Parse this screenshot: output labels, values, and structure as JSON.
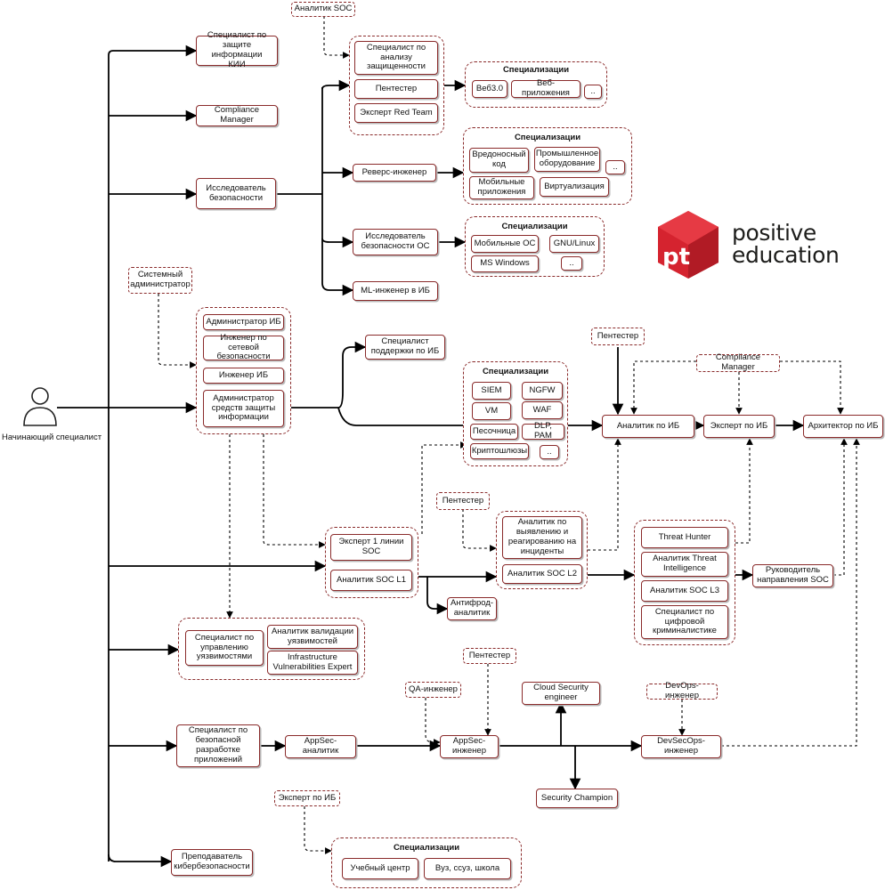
{
  "brand": {
    "line1": "positive",
    "line2": "education",
    "logo_mark": "pt",
    "logo_color": "#d5232f"
  },
  "colors": {
    "box_border": "#8a2b2b",
    "wire": "#000000"
  },
  "start": {
    "label": "Начинающий специалист",
    "icon": "person-icon"
  },
  "nodes": {
    "kii": "Специалист по\nзащите информации\nКИИ",
    "compliance": "Compliance Manager",
    "researcher": "Исследователь\nбезопасности",
    "soc_analyst_top": "Аналитик SOC",
    "vuln_analysis": "Специалист по\nанализу\nзащищенности",
    "pentester_1": "Пентестер",
    "red_team": "Эксперт Red Team",
    "reverse": "Реверс-инженер",
    "os_researcher": "Исследователь\nбезопасности ОС",
    "ml": "ML-инженер в ИБ",
    "sysadmin": "Системный\nадминистратор",
    "admin_ib": "Администратор ИБ",
    "net_sec_engineer": "Инженер по сетевой\nбезопасности",
    "engineer_ib": "Инженер ИБ",
    "admin_sz": "Администратор\nсредств защиты\nинформации",
    "support": "Специалист\nподдержки по ИБ",
    "pentester_2": "Пентестер",
    "compliance_2": "Compliance Manager",
    "analyst_ib": "Аналитик по ИБ",
    "expert_ib": "Эксперт по ИБ",
    "architect": "Архитектор по ИБ",
    "pentester_3": "Пентестер",
    "soc_expert_l1": "Эксперт 1 линии\nSOC",
    "soc_l1": "Аналитик SOC L1",
    "incident_analyst": "Аналитик по\nвыявлению и\nреагированию на\nинциденты",
    "soc_l2": "Аналитик SOC L2",
    "antifraud": "Антифрод-\nаналитик",
    "threat_hunter": "Threat Hunter",
    "threat_intel": "Аналитик Threat\nIntelligence",
    "soc_l3": "Аналитик SOC L3",
    "forensics": "Специалист по\nцифровой\nкриминалистике",
    "soc_head": "Руководитель\nнаправления SOC",
    "vuln_mgmt": "Специалист по\nуправлению\nуязвимостями",
    "vuln_validation": "Аналитик валидации\nуязвимостей",
    "infra_vuln_expert": "Infrastructure\nVulnerabilities Expert",
    "pentester_4": "Пентестер",
    "qa": "QA-инженер",
    "cloud": "Cloud Security\nengineer",
    "devops": "DevOps-инженер",
    "secure_dev": "Специалист по\nбезопасной\nразработке\nприложений",
    "appsec_analyst": "AppSec-\nаналитик",
    "appsec_engineer": "AppSec-\nинженер",
    "devsecops": "DevSecOps-\nинженер",
    "champion": "Security Champion",
    "expert_ib_2": "Эксперт по ИБ",
    "teacher": "Преподаватель\nкибербезопасности"
  },
  "spec_groups": {
    "web": {
      "title": "Специализации",
      "items": [
        "Веб3.0",
        "Веб-приложения",
        ".."
      ]
    },
    "reverse": {
      "title": "Специализации",
      "items": [
        "Вредоносный\nкод",
        "Промышленное\nоборудование",
        "..",
        "Мобильные\nприложения",
        "Виртуализация"
      ]
    },
    "os": {
      "title": "Специализации",
      "items": [
        "Мобильные ОС",
        "GNU/Linux",
        "MS Windows",
        ".."
      ]
    },
    "tools": {
      "title": "Специализации",
      "items": [
        "SIEM",
        "NGFW",
        "VM",
        "WAF",
        "Песочница",
        "DLP, PAM",
        "Криптошлюзы",
        ".."
      ]
    },
    "teaching": {
      "title": "Специализации",
      "items": [
        "Учебный центр",
        "Вуз, ссуз, школа"
      ]
    }
  }
}
